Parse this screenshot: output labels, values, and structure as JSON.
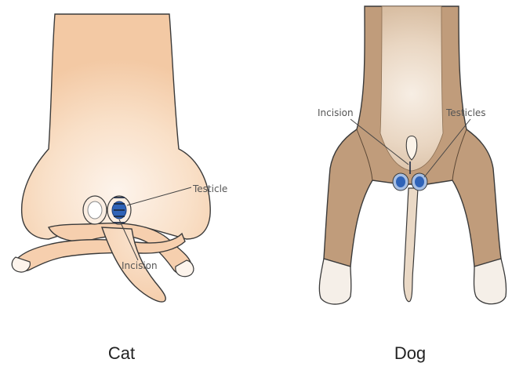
{
  "cat": {
    "caption": "Cat",
    "labels": {
      "testicle": "Testicle",
      "incision": "Incision"
    }
  },
  "dog": {
    "caption": "Dog",
    "labels": {
      "incision": "Incision",
      "testicles": "Testicles"
    }
  },
  "colors": {
    "cat_fur": "#f6cfae",
    "cat_fur_light": "#fdf4ec",
    "dog_fur": "#c09c7b",
    "dog_fur_light": "#f7eee4",
    "testicle_blue": "#2f63b8",
    "outline": "#3a3a3a",
    "label_text": "#555555"
  }
}
